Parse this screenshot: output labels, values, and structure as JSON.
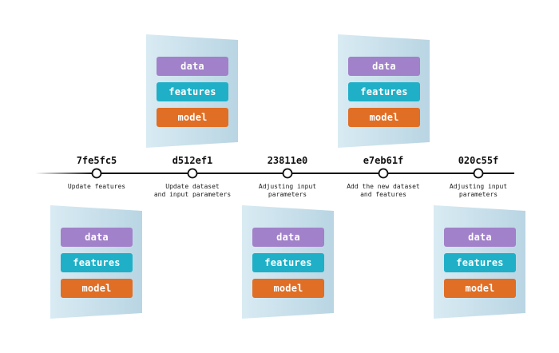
{
  "commits": [
    {
      "hash": "7fe5fc5",
      "message": "Update features",
      "position": "below",
      "cells": [
        "data",
        "features",
        "model"
      ]
    },
    {
      "hash": "d512ef1",
      "message": "Update dataset\nand input parameters",
      "position": "above",
      "cells": [
        "data",
        "features",
        "model"
      ]
    },
    {
      "hash": "23811e0",
      "message": "Adjusting input\nparameters",
      "position": "below",
      "cells": [
        "data",
        "features",
        "model"
      ]
    },
    {
      "hash": "e7eb61f",
      "message": "Add the new dataset\nand features",
      "position": "above",
      "cells": [
        "data",
        "features",
        "model"
      ]
    },
    {
      "hash": "020c55f",
      "message": "Adjusting input\nparameters",
      "position": "below",
      "cells": [
        "data",
        "features",
        "model"
      ]
    }
  ],
  "colors": {
    "data": "#a181c9",
    "features": "#1fb0c7",
    "model": "#e06e25",
    "card": "#cfe3ee"
  }
}
